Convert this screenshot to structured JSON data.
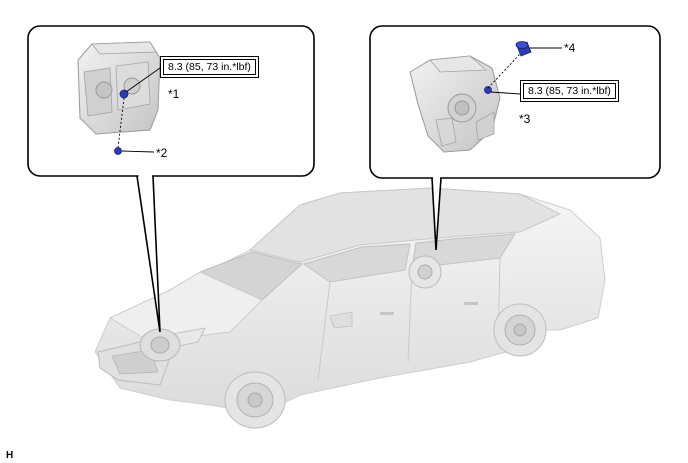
{
  "figure": {
    "code": "H",
    "callouts": [
      {
        "id": "front",
        "torque_spec": "8.3 (85, 73 in.*lbf)",
        "labels": [
          "*1",
          "*2"
        ]
      },
      {
        "id": "rear",
        "torque_spec": "8.3 (85, 73 in.*lbf)",
        "labels": [
          "*3",
          "*4"
        ]
      }
    ],
    "colors": {
      "outline": "#000000",
      "part_gray": "#d9d9d9",
      "car_body": "#ececec",
      "bolt_blue": "#2a3bb8"
    }
  }
}
